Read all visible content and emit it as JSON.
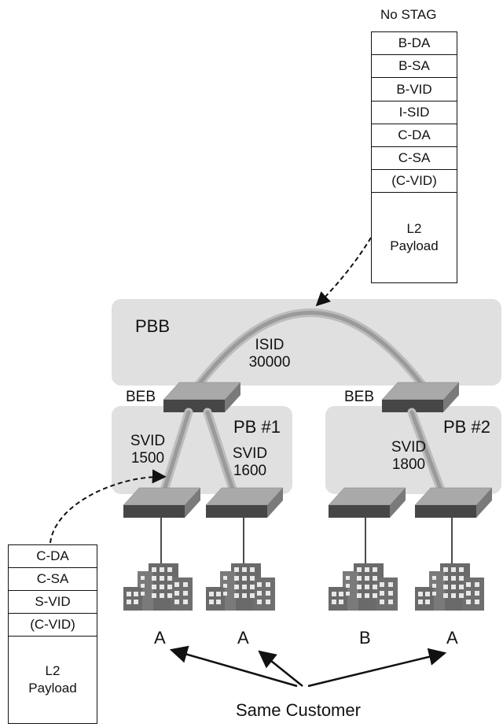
{
  "top_stack": {
    "title": "No STAG",
    "fields": [
      "B-DA",
      "B-SA",
      "B-VID",
      "I-SID",
      "C-DA",
      "C-SA",
      "(C-VID)"
    ],
    "payload_line1": "L2",
    "payload_line2": "Payload"
  },
  "bottom_stack": {
    "fields": [
      "C-DA",
      "C-SA",
      "S-VID",
      "(C-VID)"
    ],
    "payload_line1": "L2",
    "payload_line2": "Payload"
  },
  "pbb": {
    "label": "PBB",
    "isid_label": "ISID",
    "isid_value": "30000"
  },
  "beb_left": "BEB",
  "beb_right": "BEB",
  "pb1": {
    "label": "PB #1",
    "svid_a_label": "SVID",
    "svid_a_value": "1500",
    "svid_b_label": "SVID",
    "svid_b_value": "1600"
  },
  "pb2": {
    "label": "PB #2",
    "svid_label": "SVID",
    "svid_value": "1800"
  },
  "customers": [
    "A",
    "A",
    "B",
    "A"
  ],
  "same_customer": "Same Customer",
  "colors": {
    "cloud": "#e0e0e0",
    "pipe": "#9a9a9a",
    "switch_top": "#aaaaaa",
    "switch_front": "#444444",
    "building": "#6d6d6d"
  }
}
